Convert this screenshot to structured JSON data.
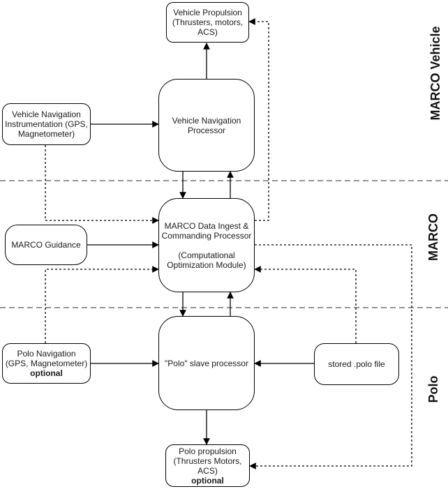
{
  "zones": [
    {
      "label": "MARCO Vehicle"
    },
    {
      "label": "MARCO"
    },
    {
      "label": "Polo"
    }
  ],
  "boxes": {
    "vehicle_propulsion": {
      "lines": [
        "Vehicle Propulsion",
        "(Thrusters, motors,",
        "ACS)"
      ]
    },
    "vehicle_nav_processor": {
      "lines": [
        "Vehicle Navigation",
        "Processor"
      ]
    },
    "vehicle_nav_instrumentation": {
      "lines": [
        "Vehicle Navigation",
        "Instrumentation (GPS,",
        "Magnetometer)"
      ]
    },
    "marco_processor": {
      "lines": [
        "MARCO Data Ingest &",
        "Commanding Processor"
      ],
      "lines_secondary": [
        "(Computational",
        "Optimization Module)"
      ]
    },
    "marco_guidance": {
      "lines": [
        "MARCO Guidance"
      ]
    },
    "polo_slave": {
      "lines": [
        "\"Polo\" slave processor"
      ]
    },
    "polo_navigation": {
      "lines": [
        "Polo Navigation",
        "(GPS, Magnetometer)"
      ],
      "bold_line": "optional"
    },
    "stored_polo_file": {
      "lines": [
        "stored .polo file"
      ]
    },
    "polo_propulsion": {
      "lines": [
        "Polo propulsion",
        "(Thrusters Motors,",
        "ACS)"
      ],
      "bold_line": "optional"
    }
  },
  "colors": {
    "line": "#000000",
    "background": "#ffffff",
    "text": "#1a1a1a",
    "divider": "#555555"
  }
}
